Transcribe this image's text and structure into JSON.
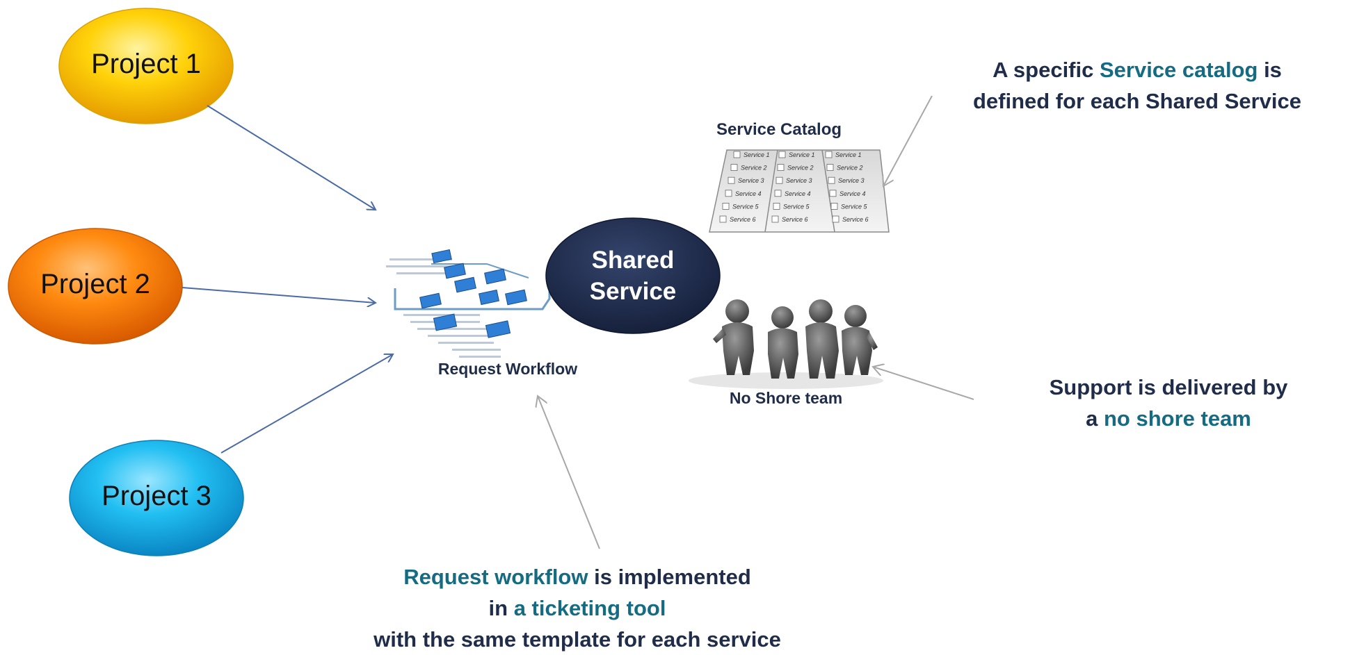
{
  "projects": [
    {
      "label": "Project 1",
      "color_light": "#ffe24a",
      "color_dark": "#f0b400"
    },
    {
      "label": "Project 2",
      "color_light": "#ffa53a",
      "color_dark": "#e56a00"
    },
    {
      "label": "Project 3",
      "color_light": "#54d2ff",
      "color_dark": "#0c9ad6"
    }
  ],
  "shared_service": {
    "line1": "Shared",
    "line2": "Service",
    "color": "#1d2b4e"
  },
  "request_workflow": {
    "caption": "Request Workflow"
  },
  "service_catalog": {
    "title": "Service Catalog",
    "columns": [
      [
        "Service 1",
        "Service 2",
        "Service 3",
        "Service 4",
        "Service 5",
        "Service 6"
      ],
      [
        "Service 1",
        "Service 2",
        "Service 3",
        "Service 4",
        "Service 5",
        "Service 6"
      ],
      [
        "Service 1",
        "Service 2",
        "Service 3",
        "Service 4",
        "Service 5",
        "Service 6"
      ]
    ]
  },
  "team": {
    "caption": "No Shore team"
  },
  "notes": {
    "catalog": {
      "p1": "A specific ",
      "accent": "Service catalog",
      "p2": " is",
      "line2": "defined for each Shared Service"
    },
    "support": {
      "line1": "Support is delivered by",
      "p1": "a ",
      "accent": "no shore team"
    },
    "workflow": {
      "accent": "Request workflow",
      "p1": " is implemented",
      "p2": "in ",
      "accent2": "a ticketing tool",
      "line3": "with the same template for each service"
    }
  },
  "colors": {
    "text_dark": "#1f2d4a",
    "accent": "#156b82",
    "arrow_blue": "#4a6aa8",
    "arrow_gray": "#a8a8a8"
  }
}
